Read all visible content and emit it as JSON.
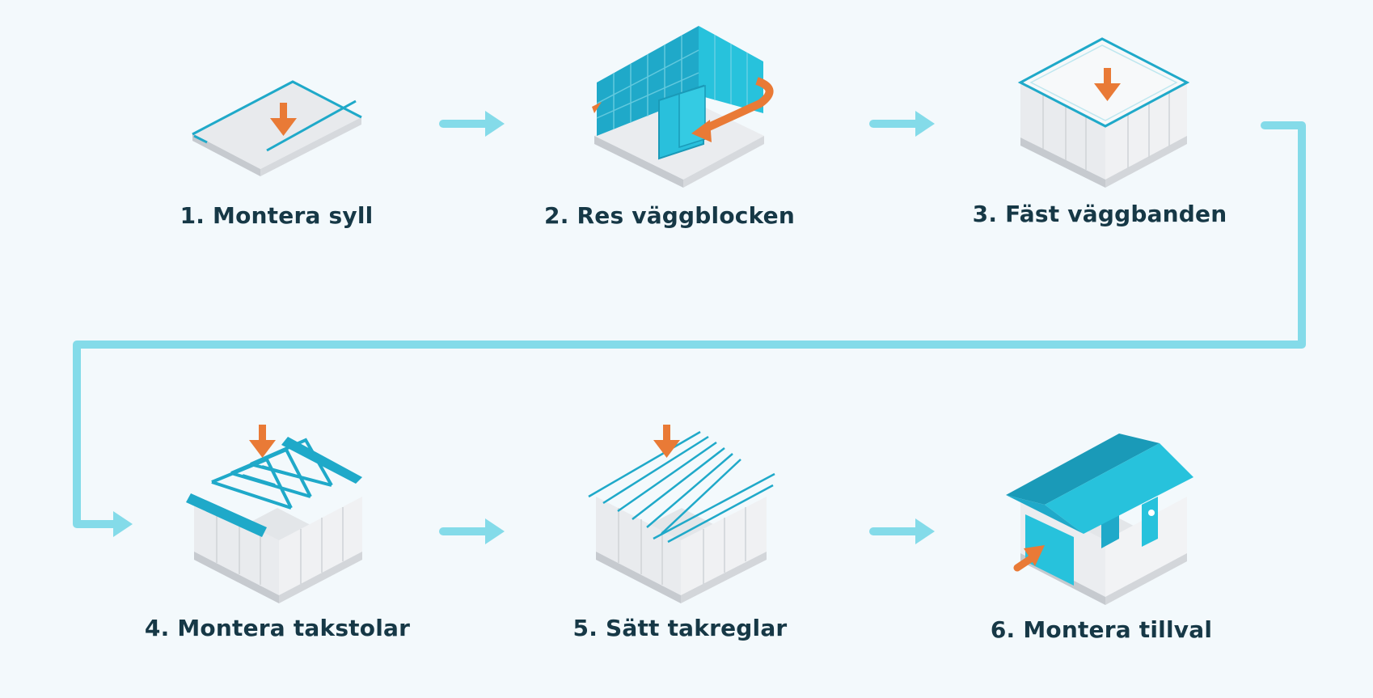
{
  "steps": [
    {
      "label": "1. Montera syll",
      "icon": "sill-plate-icon"
    },
    {
      "label": "2. Res väggblocken",
      "icon": "wall-blocks-icon"
    },
    {
      "label": "3. Fäst väggbanden",
      "icon": "wall-ties-icon"
    },
    {
      "label": "4. Montera takstolar",
      "icon": "roof-trusses-icon"
    },
    {
      "label": "5. Sätt takreglar",
      "icon": "roof-battens-icon"
    },
    {
      "label": "6. Montera tillval",
      "icon": "house-options-icon"
    }
  ],
  "colors": {
    "background": "#f3f9fc",
    "connector": "#84dbe9",
    "accent_blue": "#27c2dc",
    "dark_blue": "#1a9ab8",
    "orange": "#e97a36",
    "label": "#163846",
    "slab_light": "#e7e9ec",
    "slab_dark": "#c4c8cd"
  }
}
